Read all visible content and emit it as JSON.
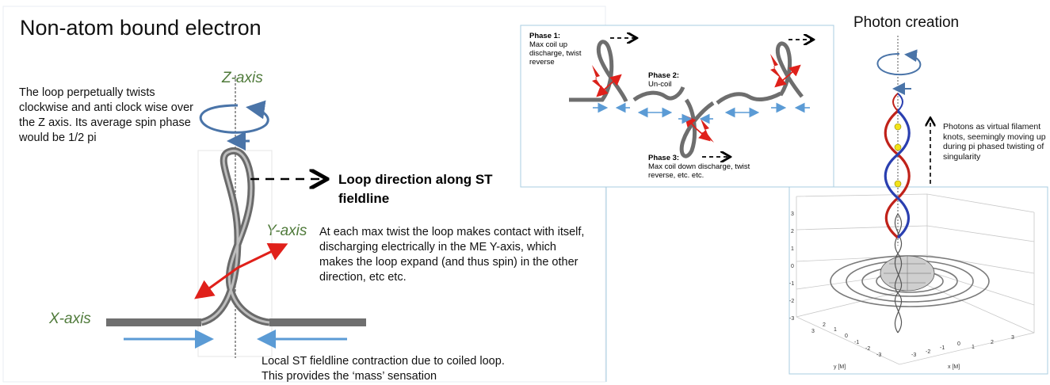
{
  "left_panel": {
    "title": "Non-atom bound electron",
    "z_axis": "Z-axis",
    "y_axis": "Y-axis",
    "x_axis": "X-axis",
    "twist_note": "The loop perpetually twists clockwise and anti clock wise over the Z axis. Its  average spin phase would be 1/2 pi",
    "loop_direction": "Loop direction along ST fieldline",
    "contact_note": "At each max twist the loop makes contact with itself, discharging electrically in the ME Y-axis, which makes the loop expand (and thus spin) in the other direction, etc etc.",
    "contraction_note_1": "Local ST fieldline contraction due to coiled loop.",
    "contraction_note_2": "This provides the ‘mass’ sensation"
  },
  "phase_panel": {
    "phase1_title": "Phase 1:",
    "phase1_text": "Max coil up discharge, twist reverse",
    "phase2_title": "Phase 2:",
    "phase2_text": "Un-coil",
    "phase3_title": "Phase 3:",
    "phase3_text": "Max coil down discharge, twist reverse, etc. etc."
  },
  "photon_panel": {
    "title": "Photon creation",
    "note": "Photons as virtual filament knots, seemingly moving up during pi phased twisting of singularity",
    "z_ticks": [
      "3",
      "2",
      "1",
      "0",
      "-1",
      "-2",
      "-3"
    ],
    "y_ticks": [
      "3",
      "2",
      "1",
      "0",
      "-1",
      "-2",
      "-3"
    ],
    "x_ticks": [
      "-3",
      "-2",
      "-1",
      "0",
      "1",
      "2",
      "3"
    ],
    "y_label": "y [M]",
    "x_label": "x [M]"
  },
  "colors": {
    "axis_label": "#4f7a3a",
    "blue_arrow": "#5b9bd5",
    "spin_arrow": "#4a74a8",
    "red_arrow": "#e0201a",
    "loop_gray": "#8a8a8a",
    "helix_red": "#c0221a",
    "helix_blue": "#2a3fb0",
    "knot_yellow": "#f2e21a"
  }
}
